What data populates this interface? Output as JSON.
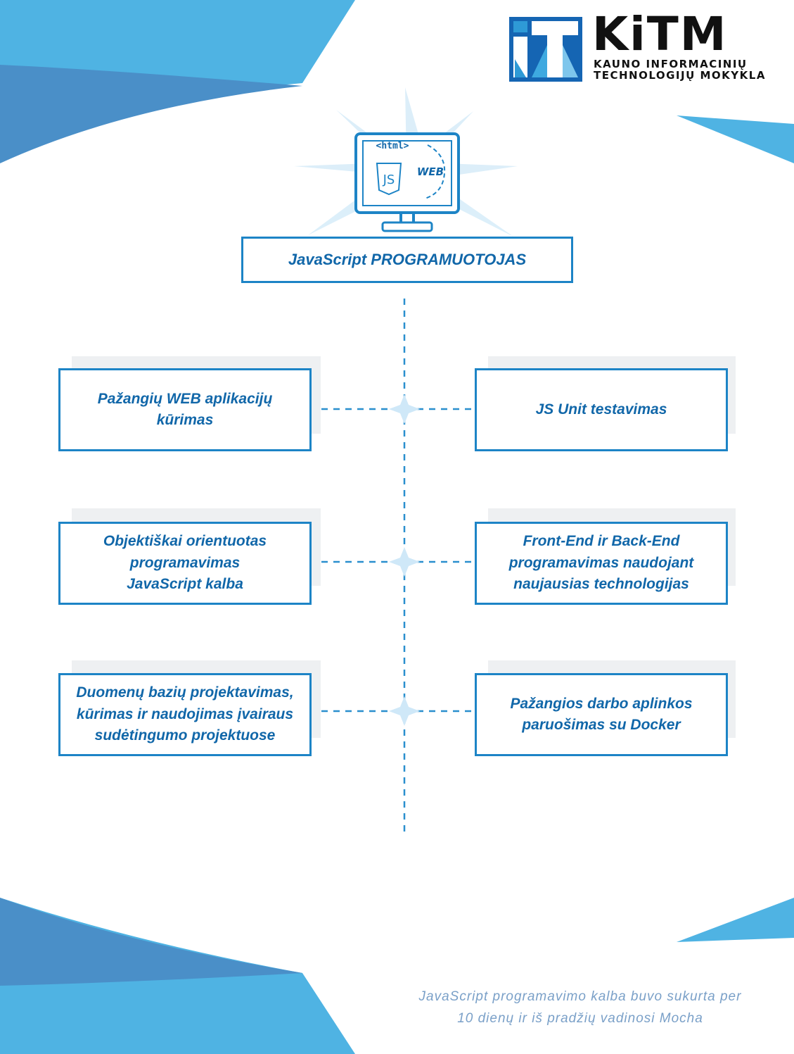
{
  "brand": {
    "logo_word": "KiTM",
    "logo_line1": "KAUNO INFORMACINIŲ",
    "logo_line2": "TECHNOLOGIJŲ MOKYKLA"
  },
  "illustration": {
    "html_tag": "<html>",
    "js_label": "JS",
    "web_label": "WEB"
  },
  "title": "JavaScript PROGRAMUOTOJAS",
  "skills": [
    {
      "lines": [
        "Pažangių WEB aplikacijų",
        "kūrimas"
      ]
    },
    {
      "lines": [
        "JS Unit testavimas"
      ]
    },
    {
      "lines": [
        "Objektiškai orientuotas",
        "programavimas",
        "JavaScript kalba"
      ]
    },
    {
      "lines": [
        "Front-End ir Back-End",
        "programavimas naudojant",
        "naujausias technologijas"
      ]
    },
    {
      "lines": [
        "Duomenų bazių projektavimas,",
        "kūrimas ir naudojimas įvairaus",
        "sudėtingumo projektuose"
      ]
    },
    {
      "lines": [
        "Pažangios darbo aplinkos",
        "paruošimas su Docker"
      ]
    }
  ],
  "footnote": {
    "line1": "JavaScript programavimo kalba buvo sukurta per",
    "line2": "10 dienų ir iš pradžių vadinosi Mocha"
  },
  "colors": {
    "primary": "#1d84c6",
    "text": "#1167a9",
    "light_blue": "#4fb3e3",
    "mid_blue": "#4a8fc8",
    "footnote": "#7aa0c8"
  }
}
